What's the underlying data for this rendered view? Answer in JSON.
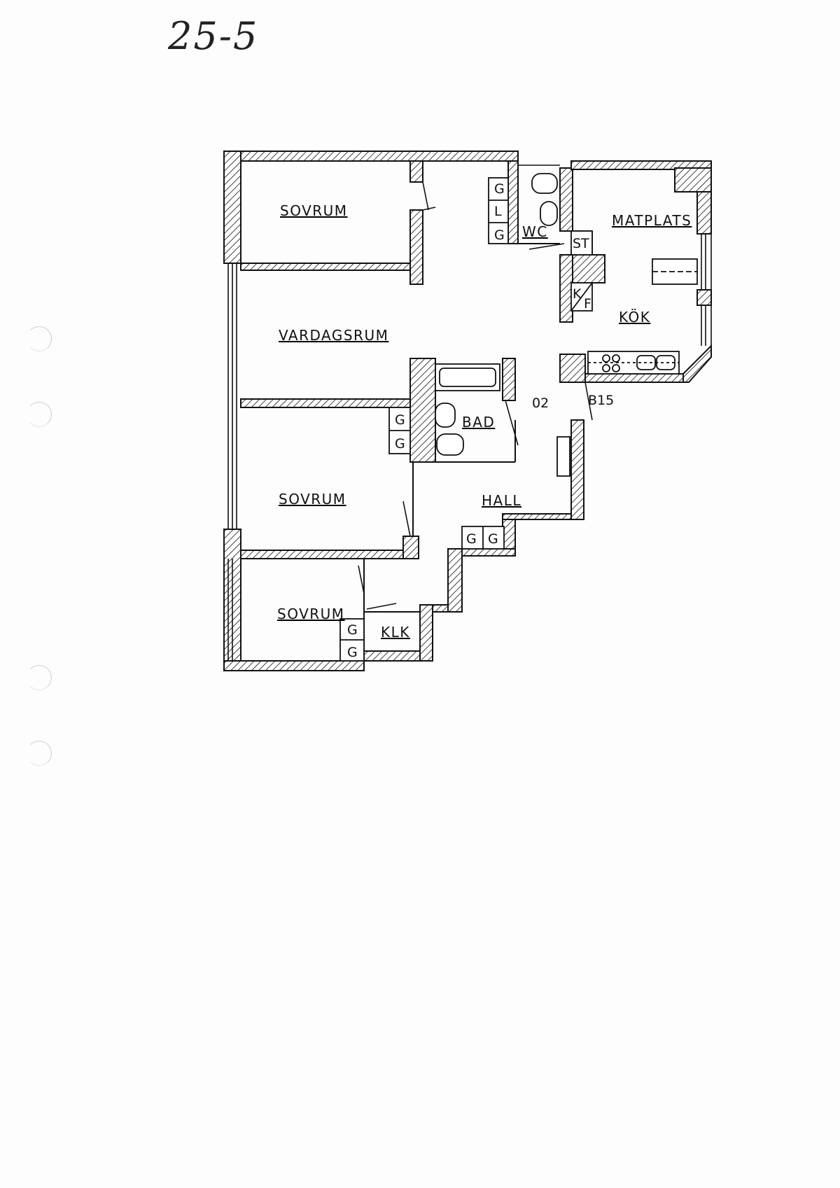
{
  "handwritten_note": "25-5",
  "plan": {
    "rooms": {
      "sovrum_1": "SOVRUM",
      "vardagsrum": "VARDAGSRUM",
      "sovrum_2": "SOVRUM",
      "sovrum_3": "SOVRUM",
      "wc": "WC",
      "matplats": "MATPLATS",
      "kok": "KÖK",
      "bad": "BAD",
      "hall": "HALL",
      "klk": "KLK"
    },
    "markers": {
      "st": "ST",
      "k": "K",
      "f": "F",
      "apartment_no": "02",
      "type": "B15"
    },
    "closet_labels": {
      "g": "G",
      "l": "L"
    }
  }
}
